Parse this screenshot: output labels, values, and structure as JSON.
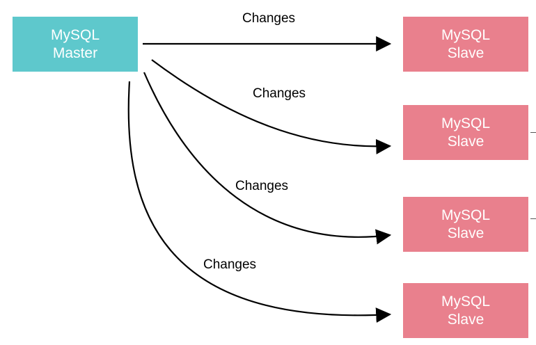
{
  "nodes": {
    "master": {
      "line1": "MySQL",
      "line2": "Master"
    },
    "slaves": [
      {
        "line1": "MySQL",
        "line2": "Slave"
      },
      {
        "line1": "MySQL",
        "line2": "Slave"
      },
      {
        "line1": "MySQL",
        "line2": "Slave"
      },
      {
        "line1": "MySQL",
        "line2": "Slave"
      }
    ]
  },
  "edges": [
    {
      "label": "Changes"
    },
    {
      "label": "Changes"
    },
    {
      "label": "Changes"
    },
    {
      "label": "Changes"
    }
  ],
  "colors": {
    "master": "#5ec8cc",
    "slave": "#e9808d",
    "edge": "#000000"
  }
}
